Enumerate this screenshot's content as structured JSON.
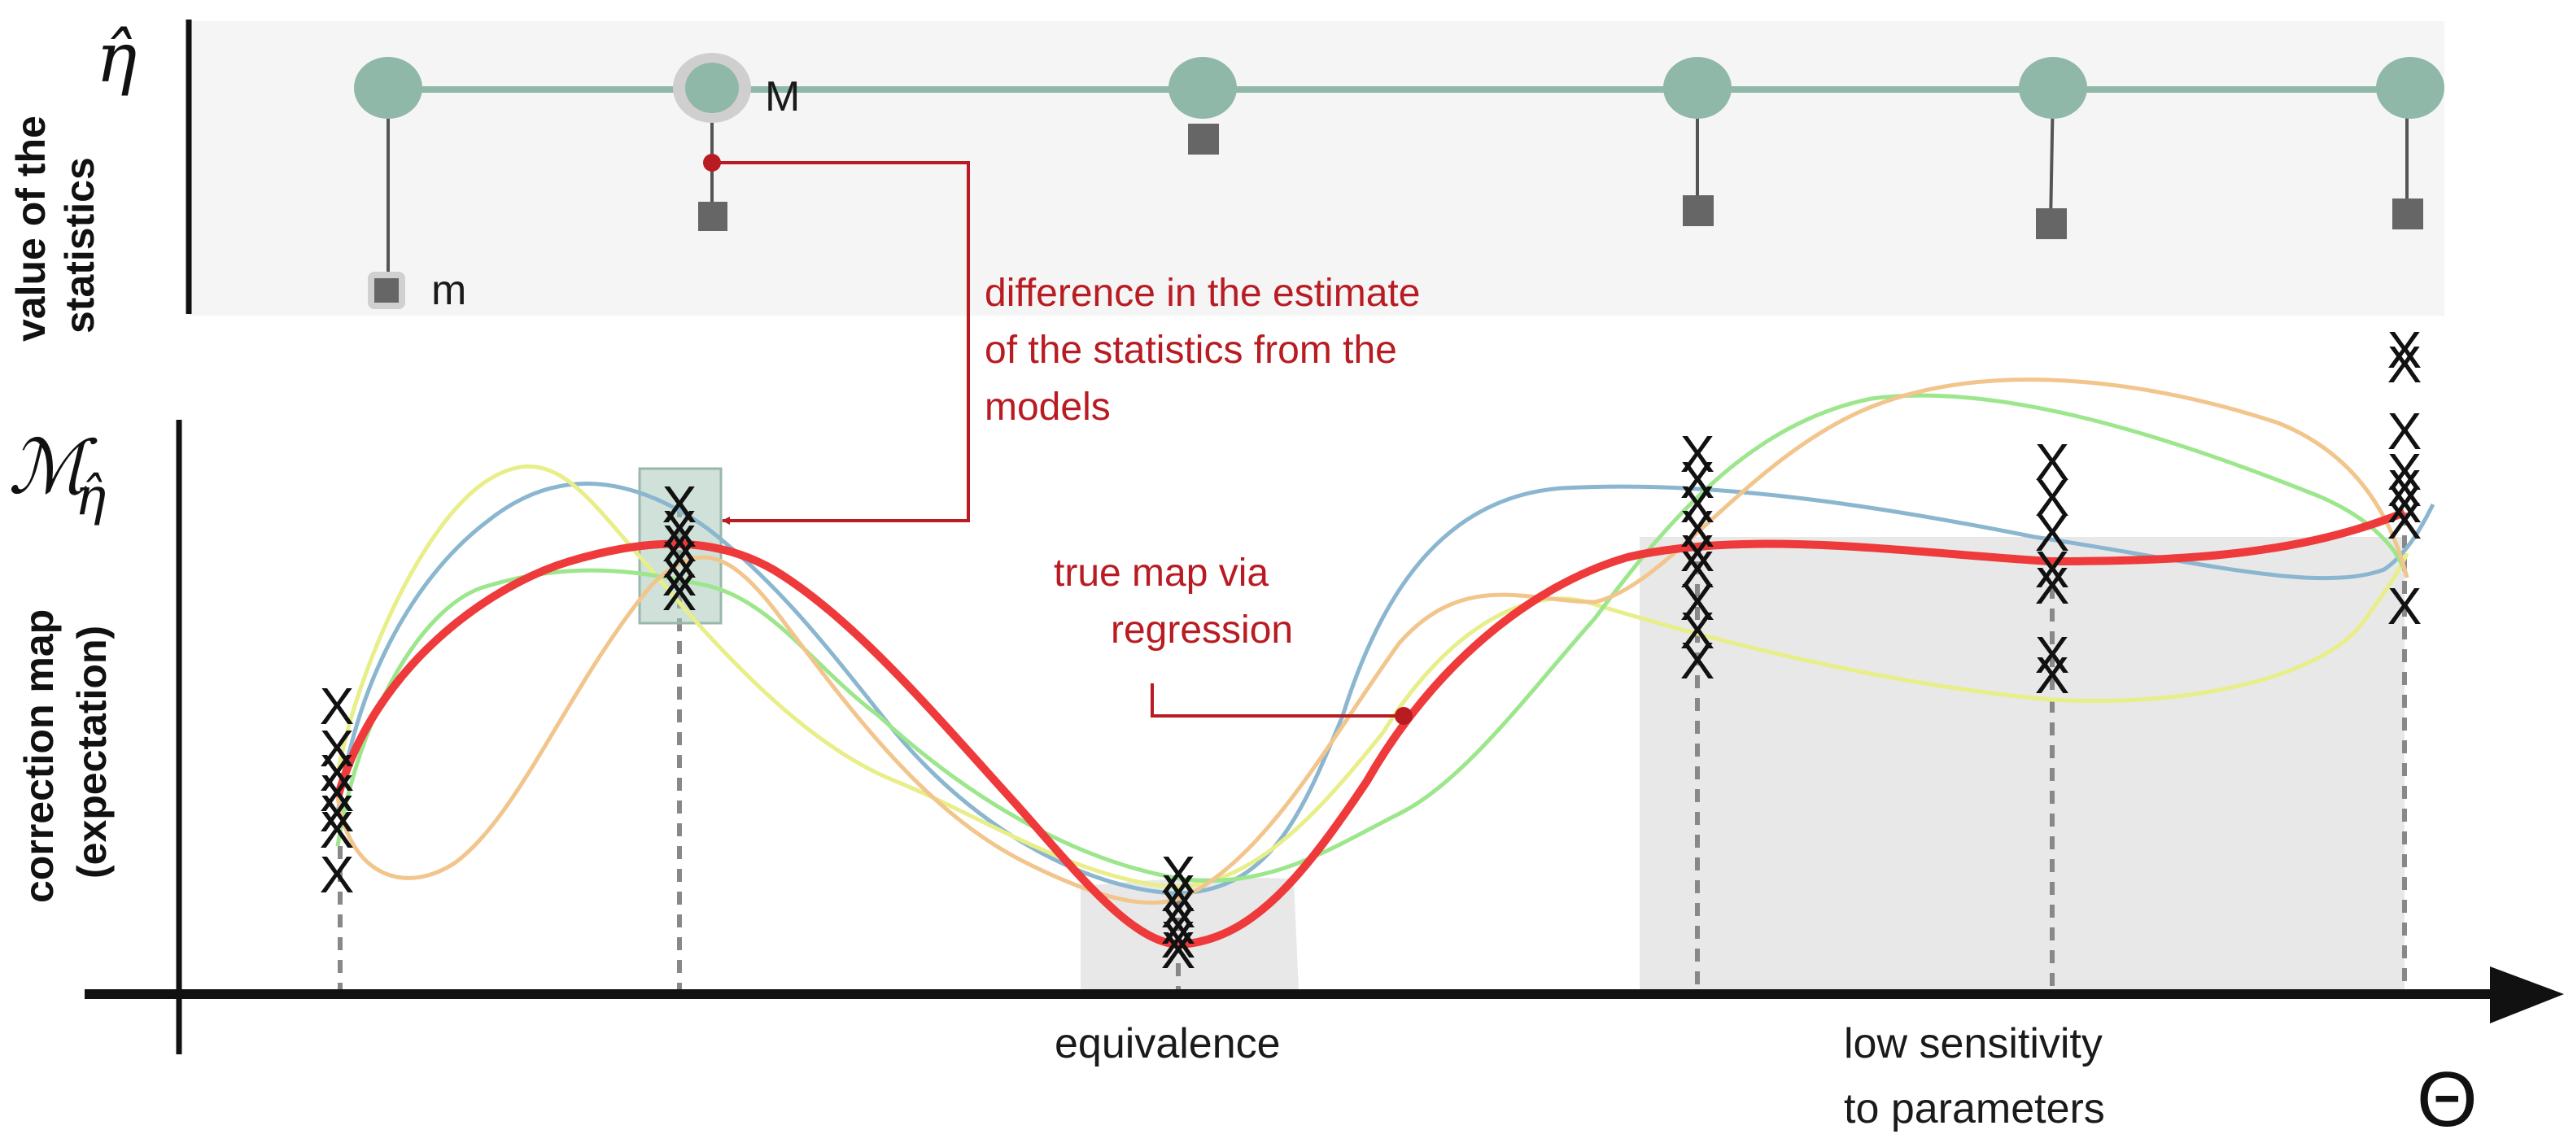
{
  "top_panel": {
    "eta_hat_label": "η̂",
    "ylabel_line1": "value of the",
    "ylabel_line2": "statistics",
    "label_M": "M",
    "label_m": "m"
  },
  "bottom_panel": {
    "map_symbol": "ℳ",
    "map_subscript": "η̂",
    "ylabel_line1": "correction map",
    "ylabel_line2": "(expectation)"
  },
  "annotations": {
    "difference_line1": "difference in the estimate",
    "difference_line2": "of the statistics from the",
    "difference_line3": "models",
    "true_map_line1": "true map via",
    "true_map_line2": "regression",
    "equivalence": "equivalence",
    "low_sens_line1": "low sensitivity",
    "low_sens_line2": "to parameters",
    "theta": "Θ",
    "x_marker": "X"
  },
  "colors": {
    "true_map": "#ee3a3a",
    "annotation": "#b81c22",
    "node": "#8fb8a8",
    "model_blue": "#8ab6d0",
    "model_yellow": "#e8ee88",
    "model_green": "#9ce68c",
    "model_orange": "#f2c58c",
    "shade": "#e8e8e8",
    "panel_bg": "#f5f5f5"
  }
}
